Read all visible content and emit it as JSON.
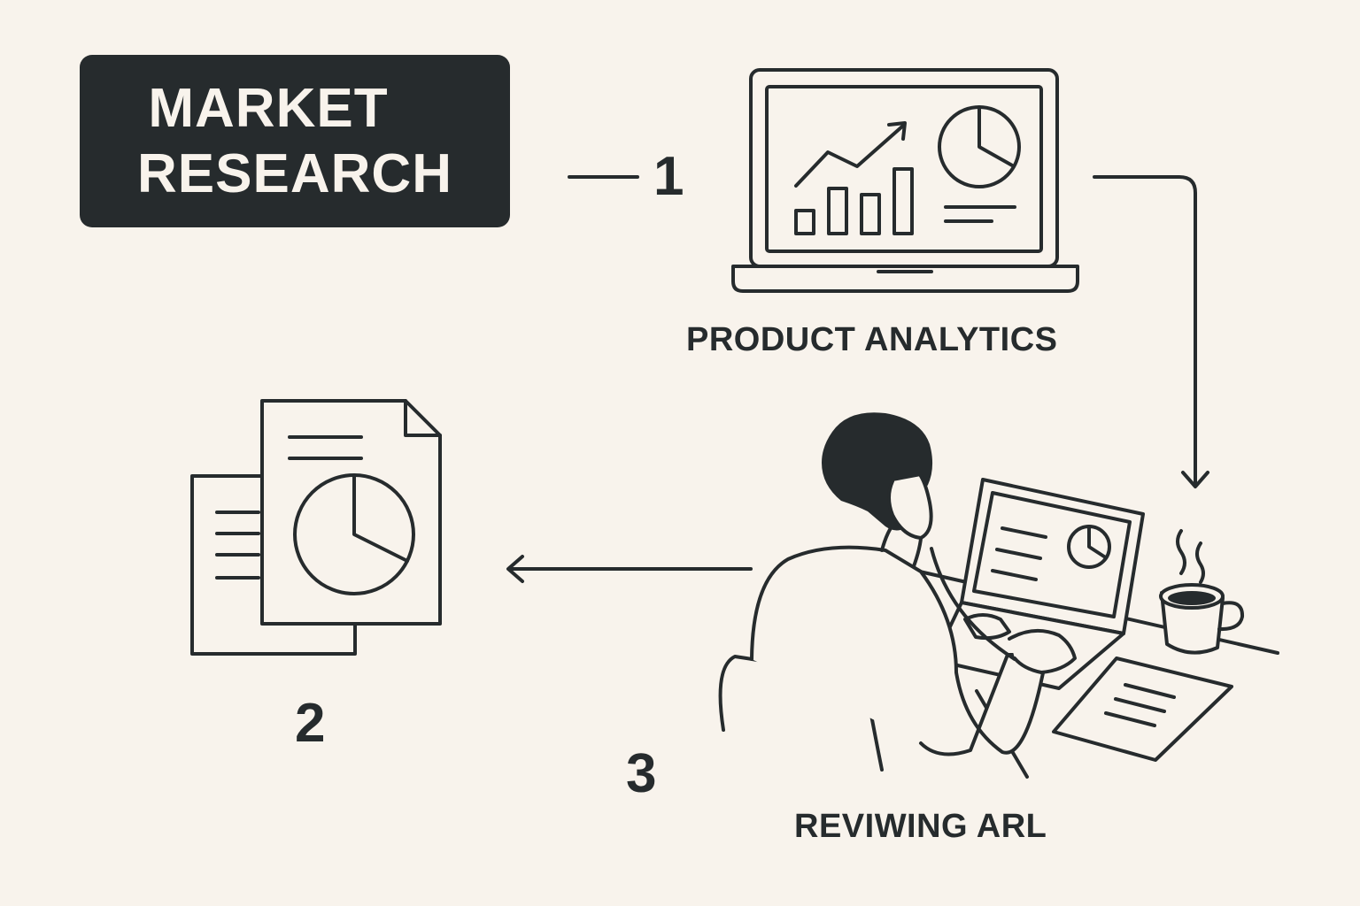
{
  "title": {
    "line1": "MARKET",
    "line2": "RESEARCH"
  },
  "steps": {
    "one": "1",
    "two": "2",
    "three": "3"
  },
  "captions": {
    "product_analytics": "PRODUCT ANALYTICS",
    "reviewing": "REVIWING ARL"
  },
  "colors": {
    "background": "#f8f3ec",
    "ink": "#262b2d"
  }
}
